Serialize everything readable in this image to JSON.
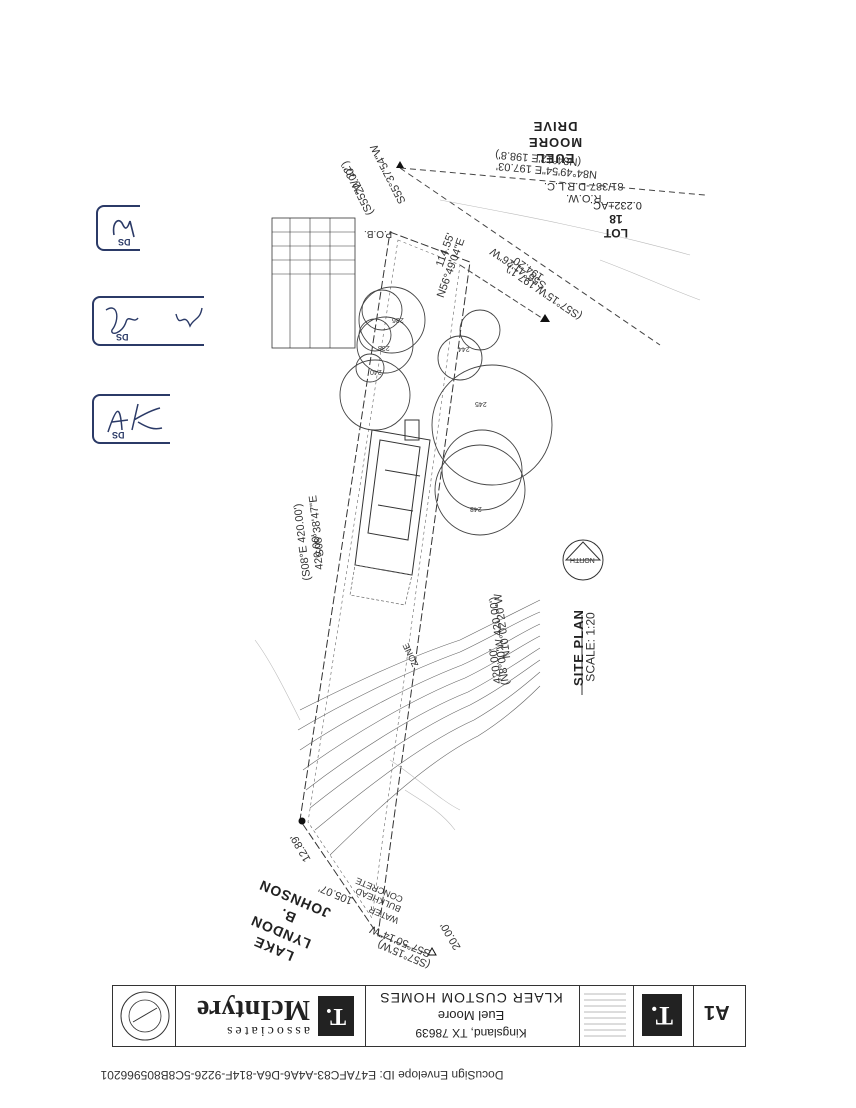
{
  "envelope_id": "DocuSign Envelope ID: E47AFC83-A4A6-D6A-814F-9226-5C8B805966201",
  "street": {
    "line1": "EUEL",
    "line2": "MOORE",
    "line3": "DRIVE"
  },
  "row": {
    "label": "R.O.W.",
    "ref": "81/387-D.R.L.C."
  },
  "lot": {
    "label": "LOT",
    "number": "18",
    "area": "0.232±AC."
  },
  "bearings": {
    "north_top": "N84°49'54\"E  197.03'",
    "north_top_record": "(N84°12'E  198.8')",
    "west_corner": "S55°37'54\"W",
    "west_corner_dist": "22.00'",
    "west_corner_record": "(S55°W 22')",
    "east_side": "S56°41'26\"W",
    "east_side_dist": "194.20'",
    "east_side_record": "(S57°15'W  197.1')",
    "front": "N56°49'04\"E",
    "front_dist": "114.55'",
    "left_long": "S08°38'47\"E",
    "left_long_dist": "420.00'",
    "left_long_record": "(S08°E  420.00')",
    "right_long": "N10°02'20\"W",
    "right_long_dist": "420.00'",
    "right_long_record": "(N8°00'W  420.00')",
    "bottom": "S57°50'14\"W",
    "bottom_dist": "105.07'",
    "bottom_record": "(S57°15'W)",
    "lake_left": "12.89'",
    "bottom_right": "20.00'"
  },
  "site_plan": {
    "title": "SITE PLAN",
    "scale": "SCALE: 1:20"
  },
  "north_label": "NORTH",
  "pb_label": "P.O.B.",
  "lake": {
    "line1": "LAKE",
    "line2": "LYNDON",
    "line3": "B.",
    "line4": "JOHNSON"
  },
  "concrete_label": "CONCRETE",
  "bulkhead_label": "BULKHEAD",
  "water_label": "WATER",
  "zone_label": "ZONE",
  "tree_labels": [
    "236",
    "240",
    "238",
    "245",
    "244",
    "248"
  ],
  "title_block": {
    "company": "McIntyre",
    "company_sub": "associates",
    "logo_letter": "T.",
    "client": "KLAER CUSTOM HOMES",
    "project": "Euel Moore",
    "address": "Kingsland, TX 78639",
    "sheet": "A1"
  },
  "initials": {
    "ds": "DS",
    "first": "TC",
    "second": "JM",
    "third": "AK"
  }
}
